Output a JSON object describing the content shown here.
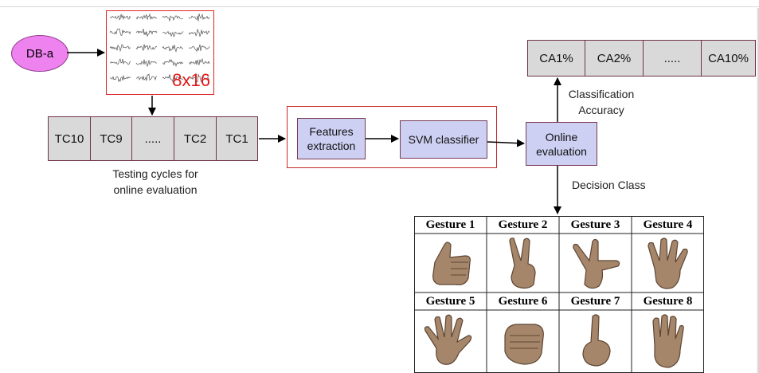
{
  "db_label": "DB-a",
  "signal_block_label": "8x16",
  "testing_cycles": [
    "TC10",
    "TC9",
    ".....",
    "TC2",
    "TC1"
  ],
  "testing_caption": [
    "Testing cycles for",
    "online evaluation"
  ],
  "feature_box": "Features extraction",
  "svm_box": "SVM classifier",
  "online_box": "Online evaluation",
  "accuracy_cells": [
    "CA1%",
    "CA2%",
    ".....",
    "CA10%"
  ],
  "accuracy_caption": [
    "Classification",
    "Accuracy"
  ],
  "decision_caption": "Decision Class",
  "gestures": [
    "Gesture 1",
    "Gesture 2",
    "Gesture 3",
    "Gesture 4",
    "Gesture 5",
    "Gesture 6",
    "Gesture 7",
    "Gesture 8"
  ],
  "colors": {
    "ellipse": "#ee82ee",
    "cell": "#d9d9d9",
    "process": "#cdd0f2",
    "highlight": "#c62828"
  }
}
